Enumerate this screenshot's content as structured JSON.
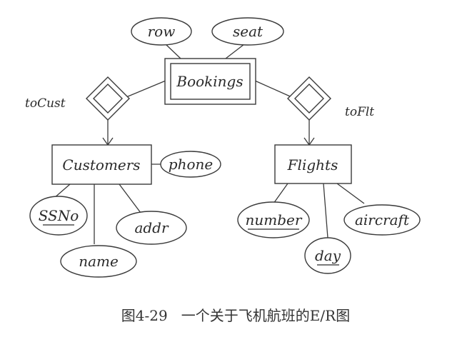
{
  "entities": {
    "bookings": "Bookings",
    "customers": "Customers",
    "flights": "Flights"
  },
  "relationships": {
    "to_cust": "toCust",
    "to_flt": "toFlt"
  },
  "attributes": {
    "row": "row",
    "seat": "seat",
    "phone": "phone",
    "ssno": "SSNo",
    "name": "name",
    "addr": "addr",
    "number": "number",
    "day": "day",
    "aircraft": "aircraft"
  },
  "caption": "图4-29   一个关于飞机航班的E/R图"
}
